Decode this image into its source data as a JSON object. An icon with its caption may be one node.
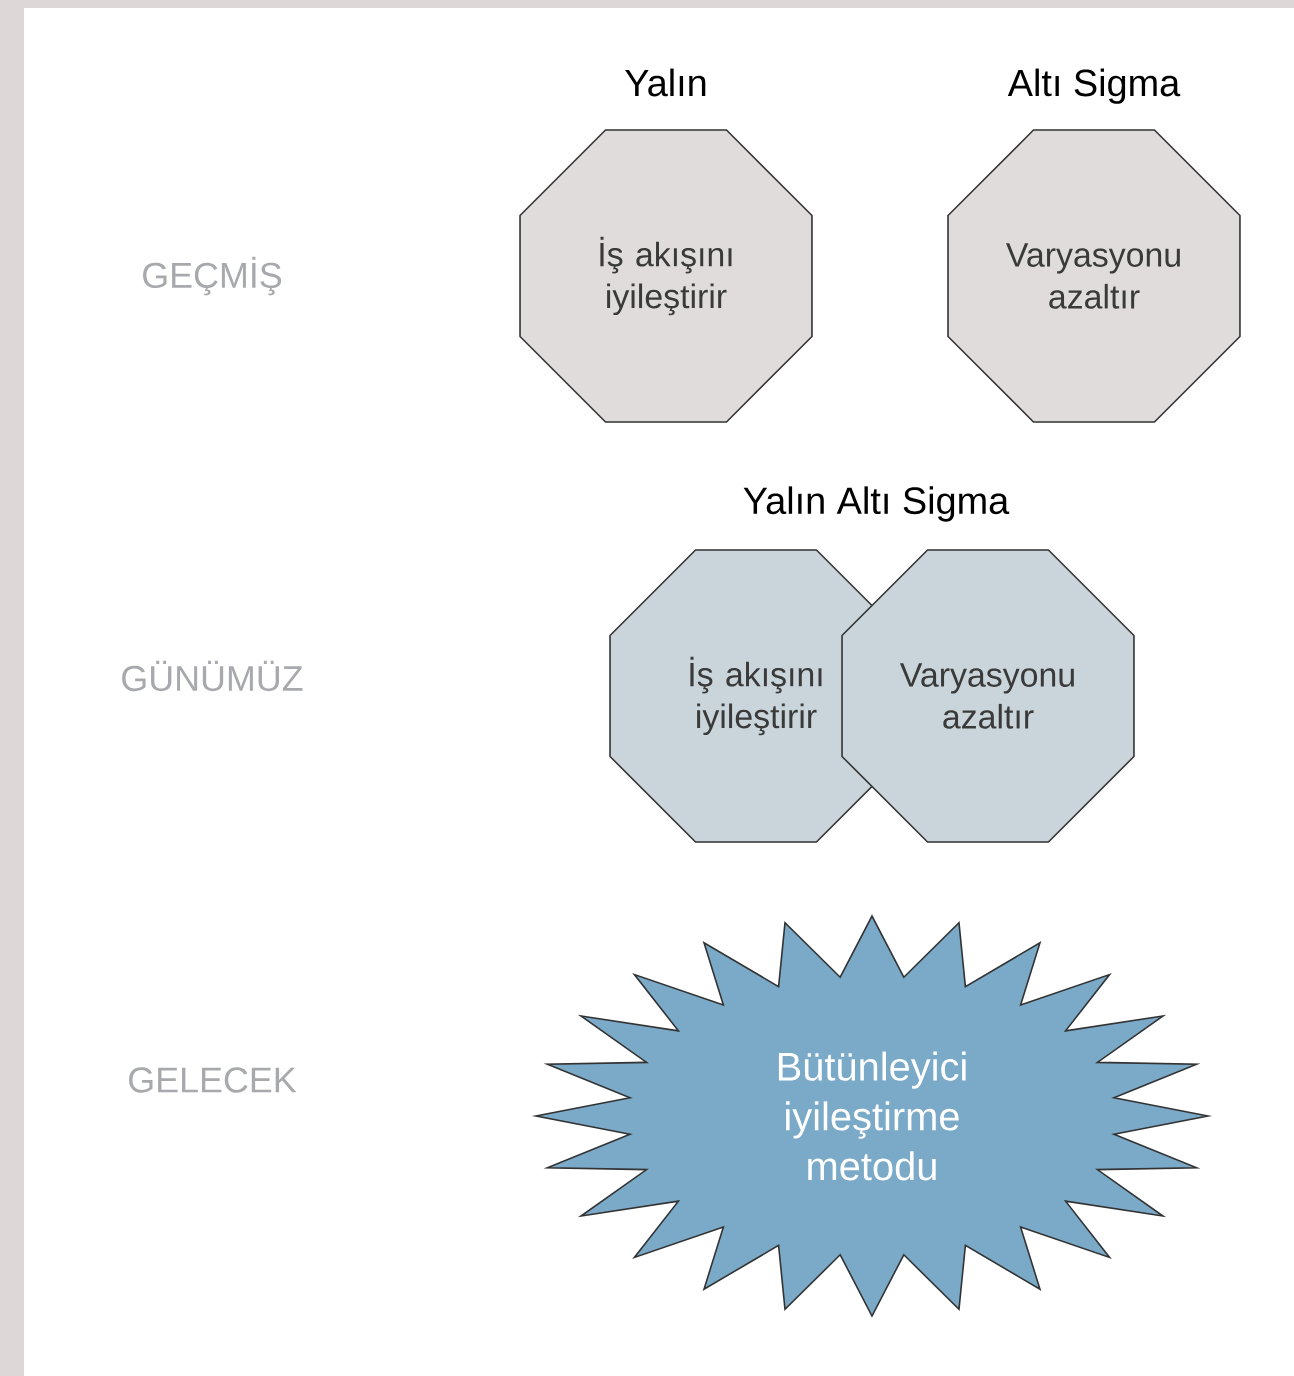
{
  "diagram": {
    "nodes": [
      {
        "text": [
          "Yalın",
          "İş akışını iyileştirir"
        ]
      },
      {
        "text": [
          "Altı Sigma",
          "Varyasyonu azaltır"
        ]
      },
      {
        "text": [
          "İş akışını iyileştirir"
        ]
      },
      {
        "text": [
          "Varyasyonu azaltır"
        ]
      },
      {
        "text": [
          "Bütünleyici iyileştirme metodu"
        ]
      }
    ],
    "labels": [
      "GEÇMİŞ",
      "Yalın Altı Sigma",
      "GÜNÜMÜZ",
      "GELECEK"
    ]
  }
}
